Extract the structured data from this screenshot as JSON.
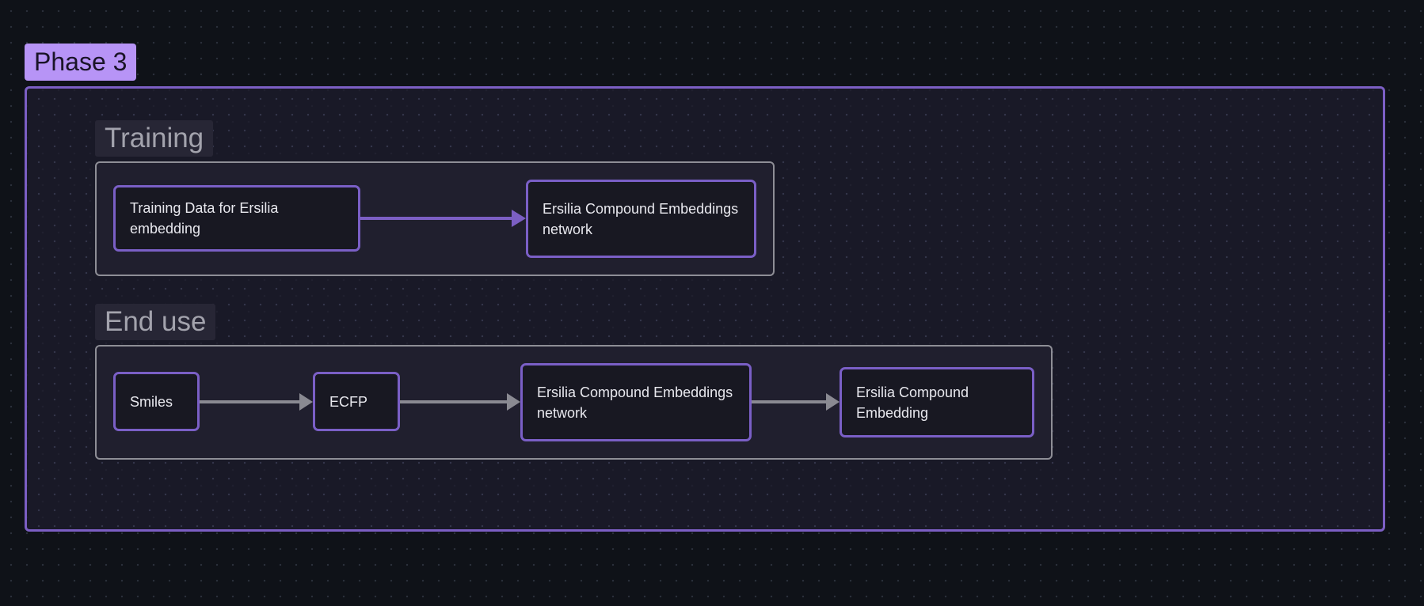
{
  "phase": {
    "label": "Phase 3"
  },
  "groups": {
    "training": {
      "label": "Training",
      "nodes": {
        "training_data": "Training Data for Ersilia embedding",
        "network": "Ersilia Compound Embeddings network"
      }
    },
    "end_use": {
      "label": "End use",
      "nodes": {
        "smiles": "Smiles",
        "ecfp": "ECFP",
        "network": "Ersilia Compound Embeddings network",
        "embedding": "Ersilia Compound Embedding"
      }
    }
  },
  "edges": [
    {
      "from": "Training Data for Ersilia embedding",
      "to": "Ersilia Compound Embeddings network"
    },
    {
      "from": "Smiles",
      "to": "ECFP"
    },
    {
      "from": "ECFP",
      "to": "Ersilia Compound Embeddings network"
    },
    {
      "from": "Ersilia Compound Embeddings network",
      "to": "Ersilia Compound Embedding"
    }
  ],
  "colors": {
    "background": "#0f1218",
    "phase_accent": "#b794f6",
    "node_border": "#7a5fc6",
    "training_edge": "#7c5fc4",
    "end_use_edge": "#8a8a92"
  }
}
